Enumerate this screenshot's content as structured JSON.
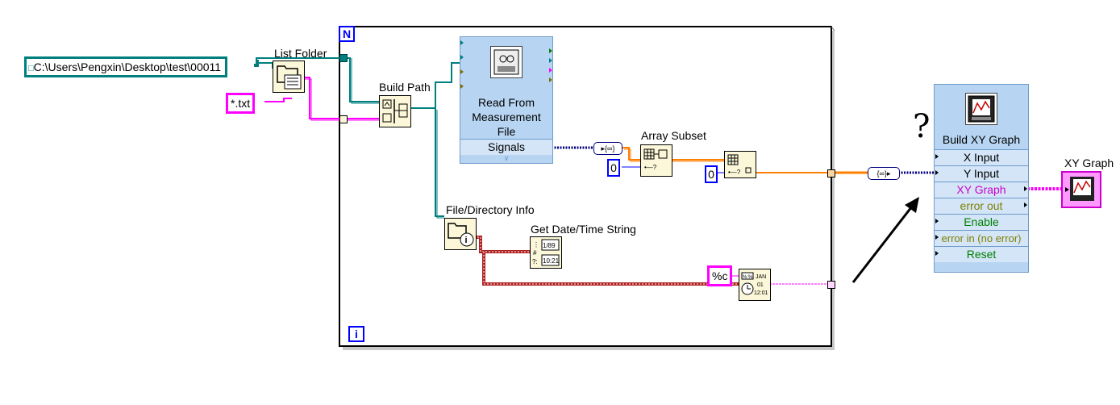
{
  "diagram": {
    "path_constant": "C:\\Users\\Pengxin\\Desktop\\test\\00011",
    "pattern_constant": "*.txt",
    "format_constant": "%c",
    "zero_constant_1": "0",
    "zero_constant_2": "0",
    "loop_count_terminal": "N",
    "loop_iteration_terminal": "i",
    "question_mark": "?",
    "labels": {
      "list_folder": "List Folder",
      "build_path": "Build Path",
      "read_measurement_line1": "Read From",
      "read_measurement_line2": "Measurement",
      "read_measurement_line3": "File",
      "signals": "Signals",
      "array_subset": "Array Subset",
      "file_directory_info": "File/Directory Info",
      "get_date_time_string": "Get Date/Time String",
      "build_xy_graph": "Build XY Graph",
      "xy_graph": "XY Graph"
    },
    "build_xy_graph_terminals": [
      "X Input",
      "Y Input",
      "XY Graph",
      "error out",
      "Enable",
      "error in (no error)",
      "Reset"
    ],
    "colors": {
      "path_wire": "#007f7f",
      "string_wire": "#ff00ff",
      "dynamic_wire": "#00007f",
      "array_wire": "#ff7f00",
      "timestamp_wire": "#b02020",
      "express_vi": "#b7d5f2",
      "loop_border": "#000000",
      "graph_terminal_text": "#cc00cc",
      "error_text": "#808000",
      "enable_text": "#007f00"
    }
  }
}
